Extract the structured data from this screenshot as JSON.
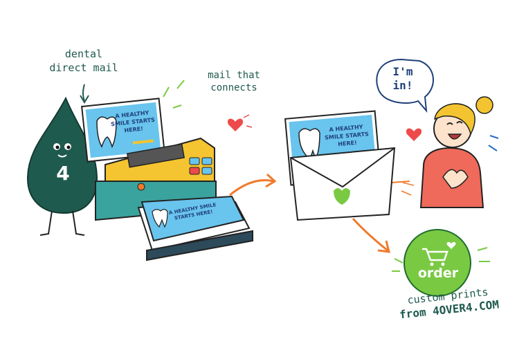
{
  "labels": {
    "dental_direct_mail": "dental direct mail",
    "mail_that_connects": "mail that connects",
    "im_in": "I'm in!",
    "order": "order",
    "custom_prints_line1": "custom prints",
    "custom_prints_line2": "from 4OVER4.COM",
    "drop_number": "4"
  },
  "postcard": {
    "headline": "A HEALTHY SMILE STARTS HERE!"
  },
  "colors": {
    "drop": "#1f5a4e",
    "printer_body": "#f5c431",
    "printer_base": "#3aa39e",
    "postcard_bg": "#69c4ee",
    "orange_arrow": "#f07a2c",
    "order_badge": "#7ac943",
    "heart": "#ee4a4a",
    "sweater": "#ef6a5a",
    "hair": "#f4c430"
  },
  "icons": [
    "drop-mascot",
    "printer-icon",
    "tooth-icon",
    "envelope-icon",
    "heart-icon",
    "cart-icon",
    "speech-bubble-icon"
  ]
}
